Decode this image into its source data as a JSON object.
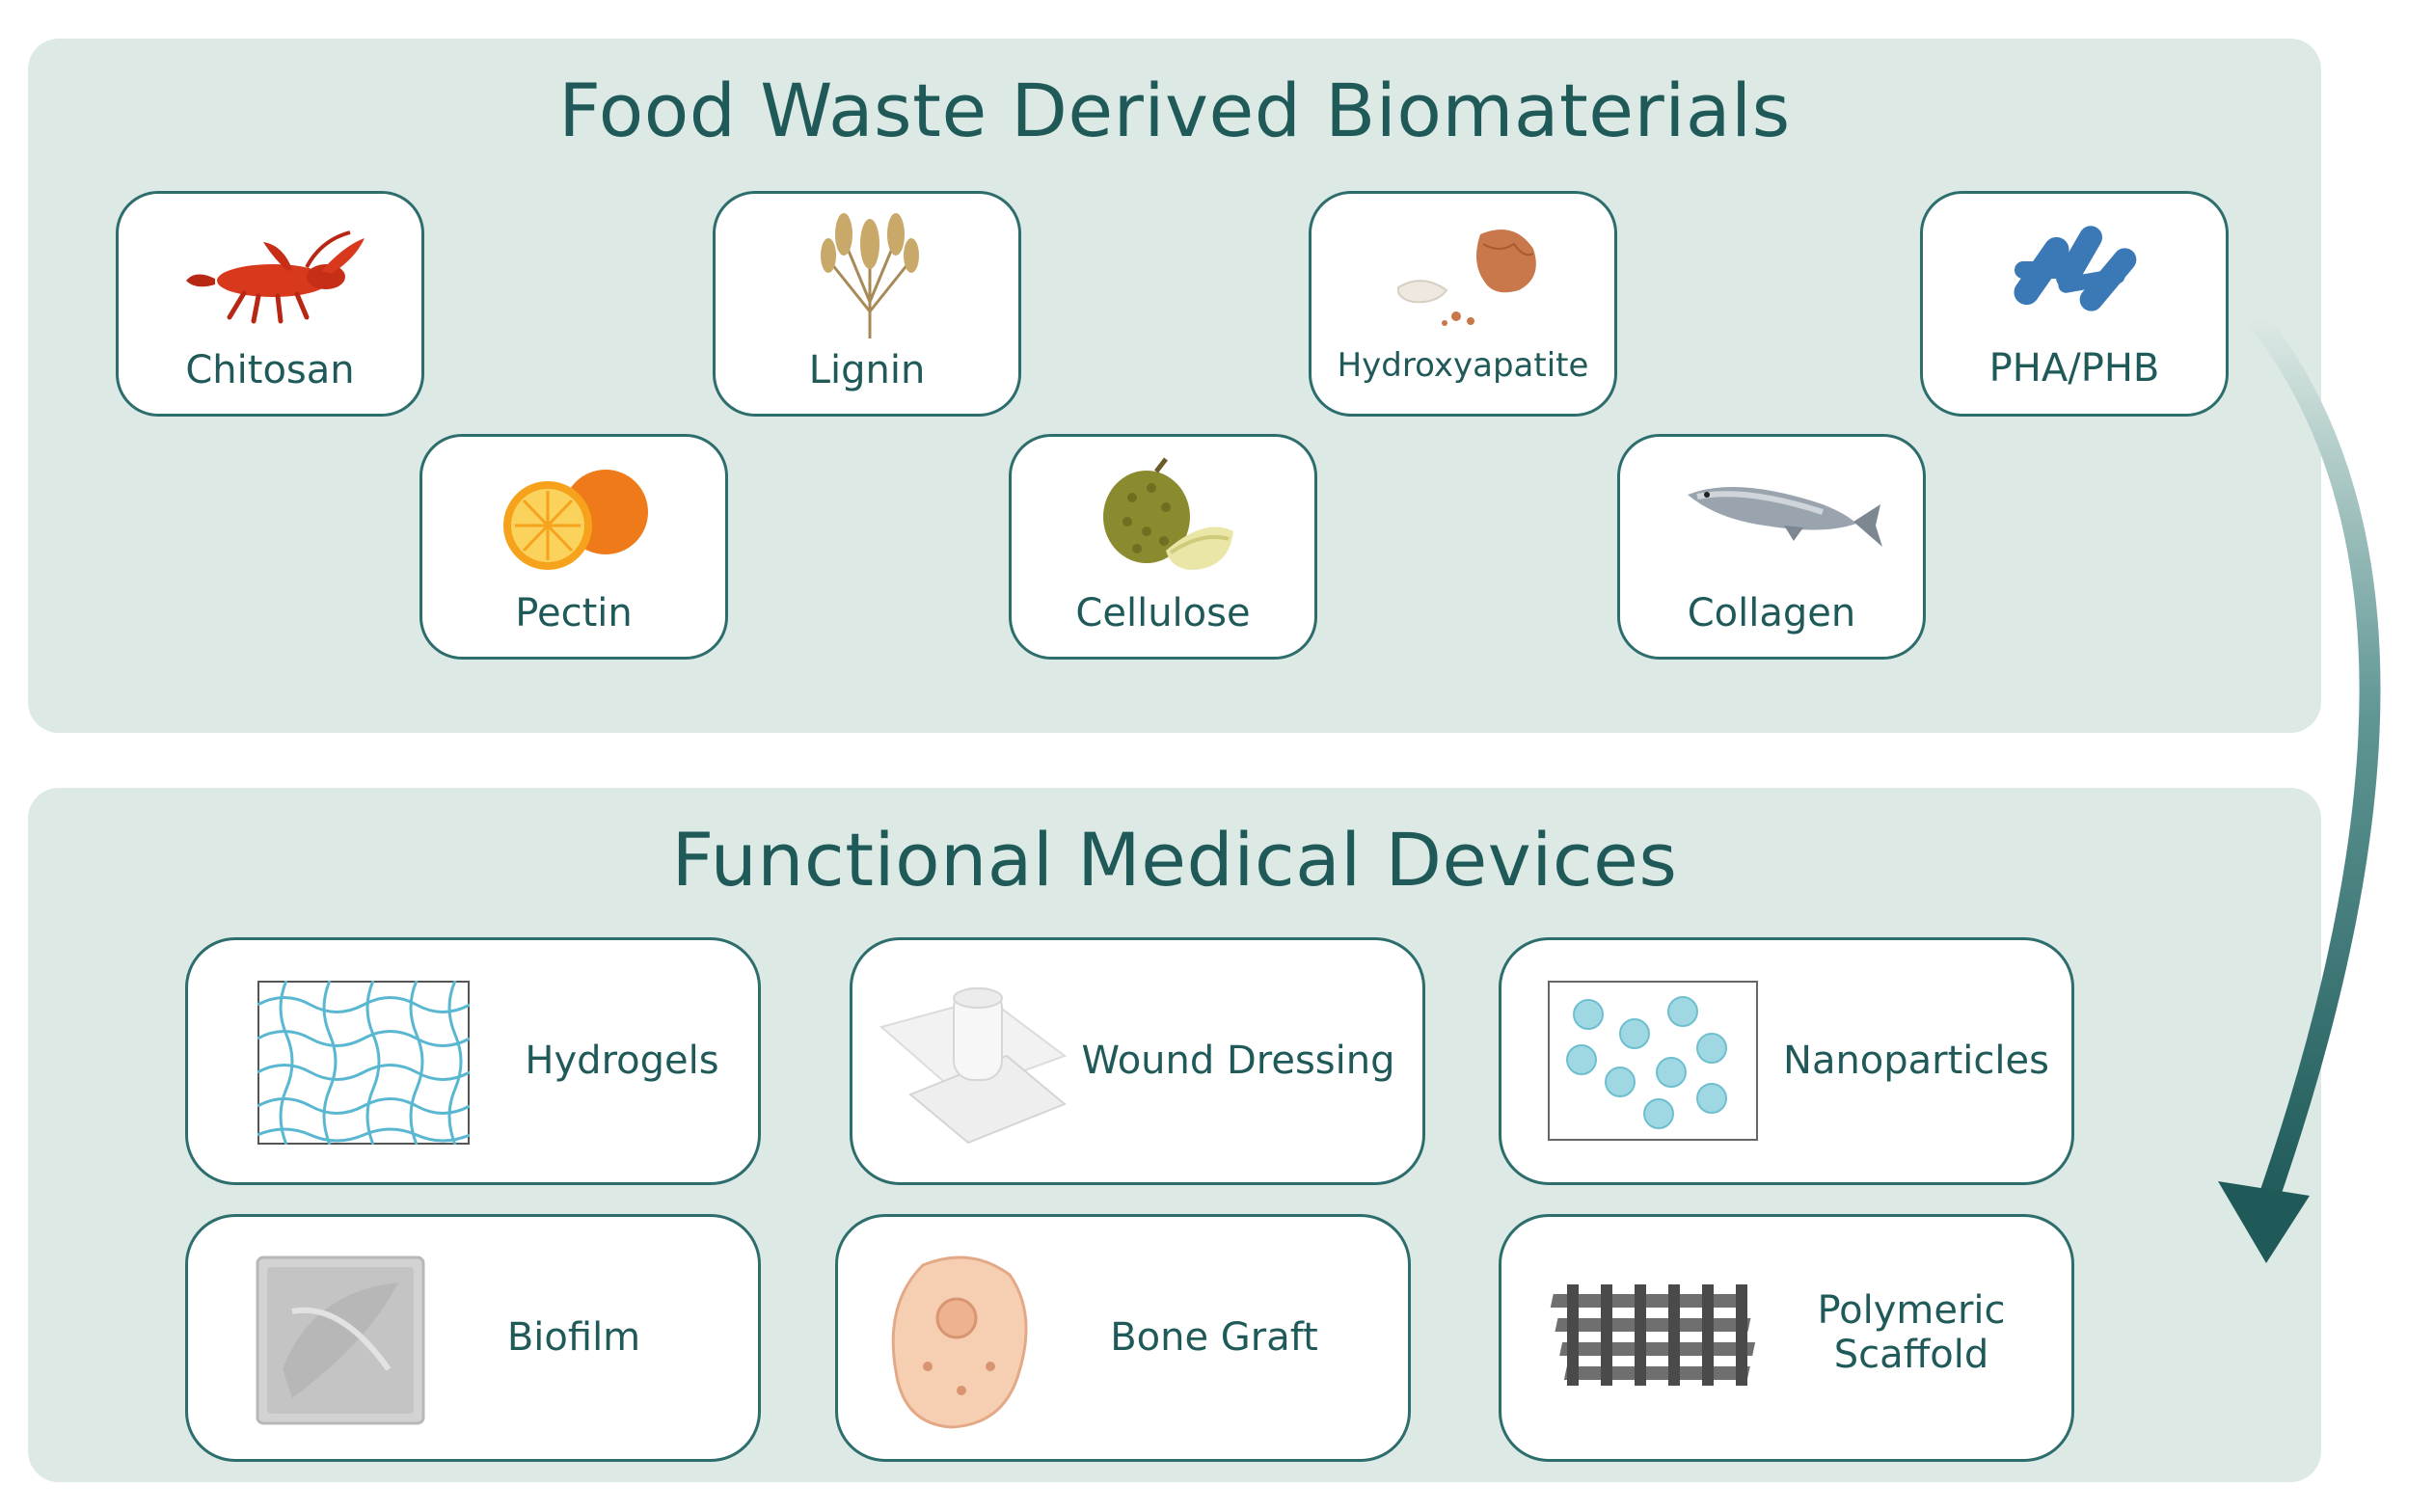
{
  "biomaterials": {
    "title": "Food Waste Derived Biomaterials",
    "items": [
      {
        "label": "Chitosan",
        "icon": "lobster-icon"
      },
      {
        "label": "Lignin",
        "icon": "wheat-icon"
      },
      {
        "label": "Hydroxyapatite",
        "icon": "eggshell-icon"
      },
      {
        "label": "PHA/PHB",
        "icon": "bacteria-icon"
      },
      {
        "label": "Pectin",
        "icon": "orange-icon"
      },
      {
        "label": "Cellulose",
        "icon": "durian-icon"
      },
      {
        "label": "Collagen",
        "icon": "fish-icon"
      }
    ]
  },
  "devices": {
    "title": "Functional Medical Devices",
    "items": [
      {
        "label": "Hydrogels",
        "icon": "hydrogel-mesh-icon"
      },
      {
        "label": "Wound Dressing",
        "icon": "gauze-icon"
      },
      {
        "label": "Nanoparticles",
        "icon": "nanoparticles-icon"
      },
      {
        "label": "Biofilm",
        "icon": "biofilm-icon"
      },
      {
        "label": "Bone Graft",
        "icon": "cell-icon"
      },
      {
        "label": "Polymeric Scaffold",
        "label_line1": "Polymeric",
        "label_line2": "Scaffold",
        "icon": "scaffold-icon"
      }
    ]
  },
  "colors": {
    "panel_bg": "#dde9e5",
    "accent": "#1f5a59",
    "card_border": "#2d6e6d",
    "arrow": "#1f5a59"
  }
}
